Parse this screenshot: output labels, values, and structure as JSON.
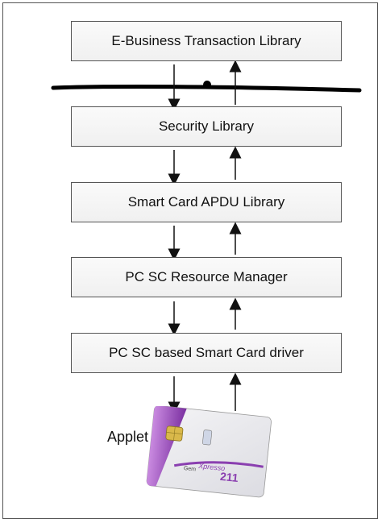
{
  "layers": [
    {
      "label": "E-Business Transaction Library"
    },
    {
      "label": "Security Library"
    },
    {
      "label": "Smart Card APDU Library"
    },
    {
      "label": "PC SC Resource Manager"
    },
    {
      "label": "PC SC based Smart Card driver"
    }
  ],
  "applet_label": "Applet",
  "card": {
    "brand_text": "GemXpresso 211",
    "accent_color": "#8a3fb0",
    "chip_color": "#d9b84a"
  },
  "colors": {
    "box_border": "#555555",
    "arrow": "#111111",
    "divider": "#000000"
  }
}
